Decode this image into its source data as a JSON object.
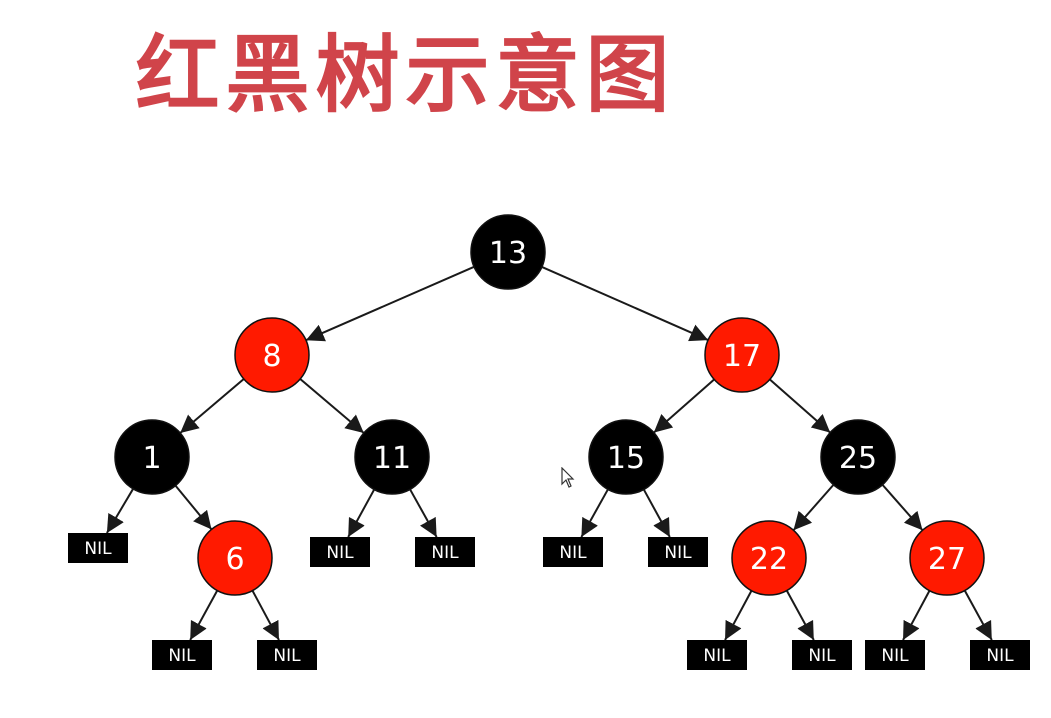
{
  "title": "红黑树示意图",
  "colors": {
    "title": "#d0444a",
    "red": "#ff1a00",
    "black": "#000000",
    "text": "#ffffff"
  },
  "tree": {
    "nodes": [
      {
        "id": "n13",
        "label": "13",
        "color": "black"
      },
      {
        "id": "n8",
        "label": "8",
        "color": "red"
      },
      {
        "id": "n17",
        "label": "17",
        "color": "red"
      },
      {
        "id": "n1",
        "label": "1",
        "color": "black"
      },
      {
        "id": "n11",
        "label": "11",
        "color": "black"
      },
      {
        "id": "n15",
        "label": "15",
        "color": "black"
      },
      {
        "id": "n25",
        "label": "25",
        "color": "black"
      },
      {
        "id": "n6",
        "label": "6",
        "color": "red"
      },
      {
        "id": "n22",
        "label": "22",
        "color": "red"
      },
      {
        "id": "n27",
        "label": "27",
        "color": "red"
      }
    ],
    "nil_label": "NIL",
    "edges": [
      [
        "n13",
        "n8"
      ],
      [
        "n13",
        "n17"
      ],
      [
        "n8",
        "n1"
      ],
      [
        "n8",
        "n11"
      ],
      [
        "n17",
        "n15"
      ],
      [
        "n17",
        "n25"
      ],
      [
        "n1",
        "nil1"
      ],
      [
        "n1",
        "n6"
      ],
      [
        "n11",
        "nil2"
      ],
      [
        "n11",
        "nil3"
      ],
      [
        "n15",
        "nil4"
      ],
      [
        "n15",
        "nil5"
      ],
      [
        "n25",
        "n22"
      ],
      [
        "n25",
        "n27"
      ],
      [
        "n6",
        "nil6"
      ],
      [
        "n6",
        "nil7"
      ],
      [
        "n22",
        "nil8"
      ],
      [
        "n22",
        "nil9"
      ],
      [
        "n27",
        "nil10"
      ],
      [
        "n27",
        "nil11"
      ]
    ]
  }
}
